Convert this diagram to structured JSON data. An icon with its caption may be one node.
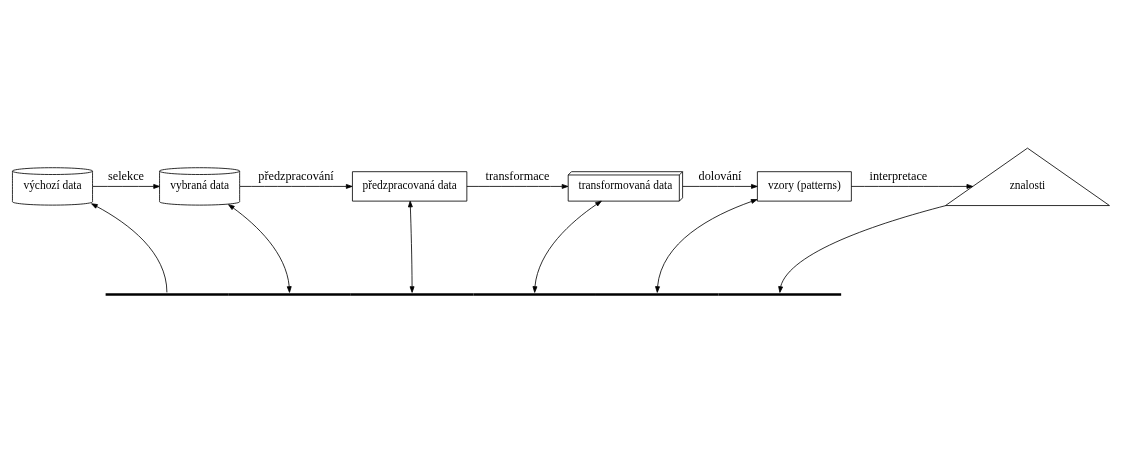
{
  "diagram": {
    "nodes": [
      {
        "text": [
          "výchozí data"
        ]
      },
      {
        "text": [
          "vybraná data"
        ]
      },
      {
        "text": [
          "předzpracovaná data"
        ]
      },
      {
        "text": [
          "transformovaná data"
        ]
      },
      {
        "text": [
          "vzory (patterns)"
        ]
      },
      {
        "text": [
          "znalosti"
        ]
      },
      {
        "text": [],
        "shape": "bar"
      }
    ],
    "edges": [
      {
        "from": 0,
        "to": 1,
        "arrow": "to",
        "label": "selekce"
      },
      {
        "from": 1,
        "to": 2,
        "arrow": "to",
        "label": "předzpracování"
      },
      {
        "from": 2,
        "to": 3,
        "arrow": "to",
        "label": "transformace"
      },
      {
        "from": 3,
        "to": 4,
        "arrow": "to",
        "label": "dolování"
      },
      {
        "from": 4,
        "to": 5,
        "arrow": "to",
        "label": "interpretace"
      },
      {
        "from": 5,
        "to": 6,
        "arrow": "to"
      },
      {
        "from": 6,
        "to": 0,
        "arrow": "to"
      },
      {
        "from": 6,
        "to": 1,
        "arrow": "both"
      },
      {
        "from": 6,
        "to": 2,
        "arrow": "both"
      },
      {
        "from": 6,
        "to": 3,
        "arrow": "both"
      },
      {
        "from": 6,
        "to": 4,
        "arrow": "both"
      }
    ]
  }
}
